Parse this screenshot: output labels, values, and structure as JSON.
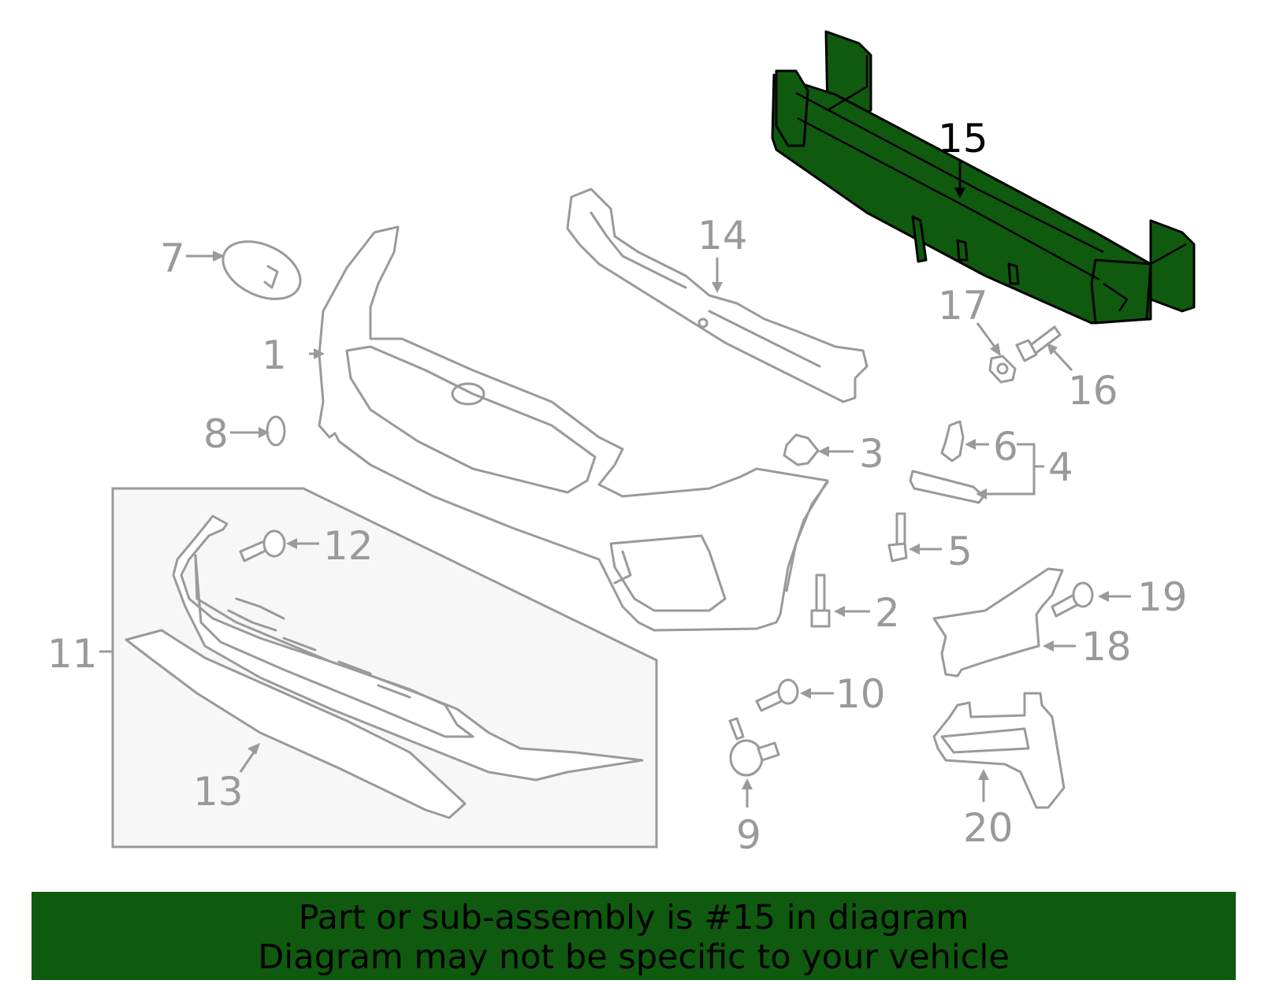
{
  "diagram": {
    "highlighted_part": "15",
    "callouts": [
      {
        "id": "c1",
        "label": "1"
      },
      {
        "id": "c2",
        "label": "2"
      },
      {
        "id": "c3",
        "label": "3"
      },
      {
        "id": "c4",
        "label": "4"
      },
      {
        "id": "c5",
        "label": "5"
      },
      {
        "id": "c6",
        "label": "6"
      },
      {
        "id": "c7",
        "label": "7"
      },
      {
        "id": "c8",
        "label": "8"
      },
      {
        "id": "c9",
        "label": "9"
      },
      {
        "id": "c10",
        "label": "10"
      },
      {
        "id": "c11",
        "label": "11"
      },
      {
        "id": "c12",
        "label": "12"
      },
      {
        "id": "c13",
        "label": "13"
      },
      {
        "id": "c14",
        "label": "14"
      },
      {
        "id": "c15",
        "label": "15"
      },
      {
        "id": "c16",
        "label": "16"
      },
      {
        "id": "c17",
        "label": "17"
      },
      {
        "id": "c18",
        "label": "18"
      },
      {
        "id": "c19",
        "label": "19"
      },
      {
        "id": "c20",
        "label": "20"
      }
    ]
  },
  "banner": {
    "line1": "Part or sub-assembly is #15 in diagram",
    "line2": "Diagram may not be specific to your vehicle"
  },
  "colors": {
    "highlight": "#0f5a0f",
    "outline": "#9a9a9a",
    "banner_bg": "#0f5a0f"
  }
}
